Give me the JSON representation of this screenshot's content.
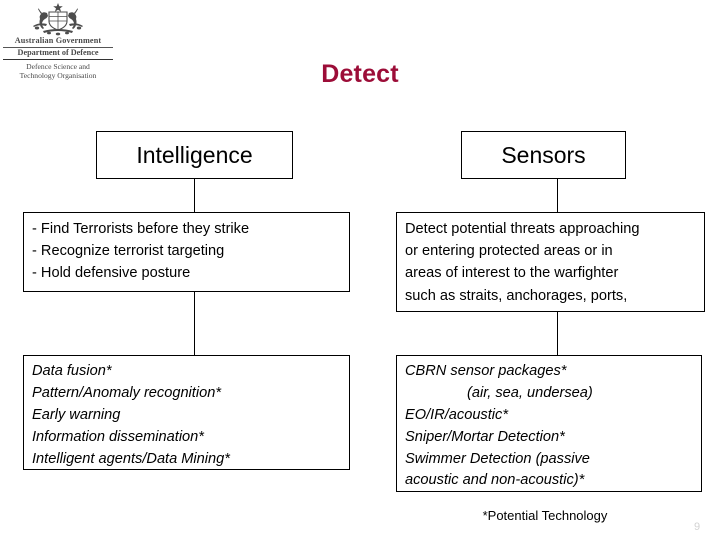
{
  "slide": {
    "title": "Detect",
    "title_color": "#9c0d38",
    "page_number": "9",
    "footnote": "*Potential Technology"
  },
  "logo": {
    "crest_alt": "australian-coat-of-arms",
    "government": "Australian Government",
    "department": "Department of Defence",
    "organisation_line1": "Defence Science and",
    "organisation_line2": "Technology Organisation"
  },
  "columns": [
    {
      "id": "intelligence",
      "header": "Intelligence",
      "capability_lines": [
        "- Find Terrorists before they strike",
        "- Recognize terrorist targeting",
        "- Hold defensive posture"
      ],
      "technology_lines": [
        {
          "text": "Data fusion*",
          "indent": false
        },
        {
          "text": "Pattern/Anomaly recognition*",
          "indent": false
        },
        {
          "text": "Early warning",
          "indent": false
        },
        {
          "text": "Information dissemination*",
          "indent": false
        },
        {
          "text": "Intelligent agents/Data Mining*",
          "indent": false
        }
      ]
    },
    {
      "id": "sensors",
      "header": "Sensors",
      "capability_lines": [
        "Detect potential threats approaching",
        "or entering protected areas or in",
        "areas of interest to the warfighter",
        "such as straits, anchorages, ports,"
      ],
      "technology_lines": [
        {
          "text": "CBRN sensor packages*",
          "indent": false
        },
        {
          "text": "(air, sea, undersea)",
          "indent": true
        },
        {
          "text": "EO/IR/acoustic*",
          "indent": false
        },
        {
          "text": "Sniper/Mortar Detection*",
          "indent": false
        },
        {
          "text": "Swimmer Detection (passive",
          "indent": false
        },
        {
          "text": "acoustic and non-acoustic)*",
          "indent": false
        }
      ]
    }
  ]
}
